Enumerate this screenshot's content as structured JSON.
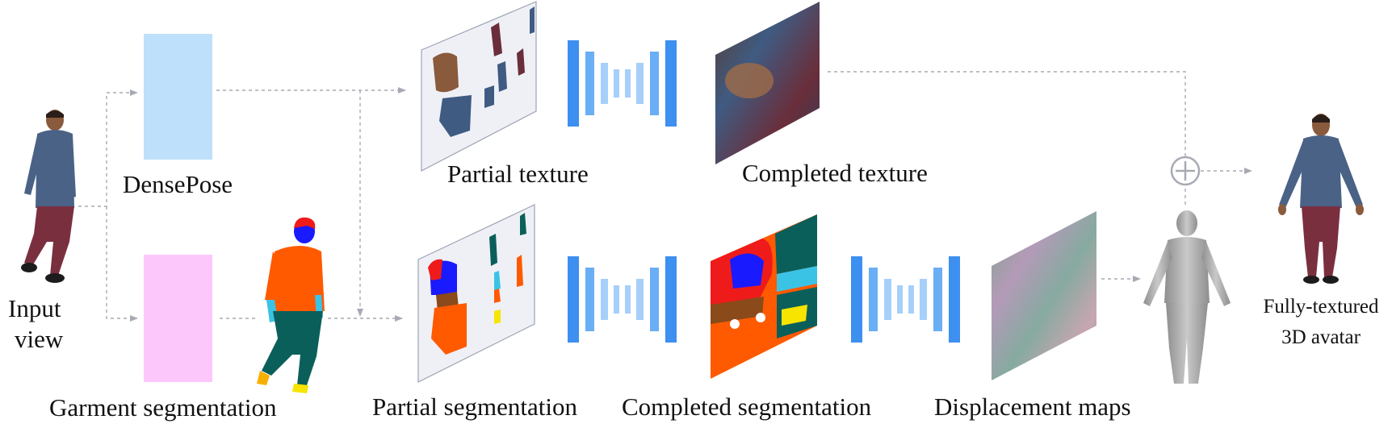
{
  "labels": {
    "input_line1": "Input",
    "input_line2": "view",
    "densepose": "DensePose",
    "garment_segmentation": "Garment segmentation",
    "partial_texture": "Partial texture",
    "completed_texture": "Completed texture",
    "partial_segmentation": "Partial segmentation",
    "completed_segmentation": "Completed segmentation",
    "displacement_maps": "Displacement maps",
    "output_line1": "Fully-textured",
    "output_line2": "3D avatar"
  },
  "colors": {
    "densepose_block": "#bfe0fb",
    "segmentation_block": "#fcc8fb",
    "network_dark": "#3d8ff0",
    "network_mid": "#6aaef5",
    "network_light": "#a6d0fa",
    "arrow": "#a7aab4",
    "panel_bg": "#eef0f6",
    "seg_orange": "#ff5a00",
    "seg_teal": "#0b5f5a",
    "seg_blue": "#1a1aff",
    "seg_red": "#ef1b1b",
    "seg_brown": "#8a4a1a",
    "seg_cyan": "#3bc3e6",
    "seg_yellow": "#f7e400"
  },
  "icons": {
    "combine": "circled-plus-icon",
    "network": "encoder-decoder-icon"
  }
}
